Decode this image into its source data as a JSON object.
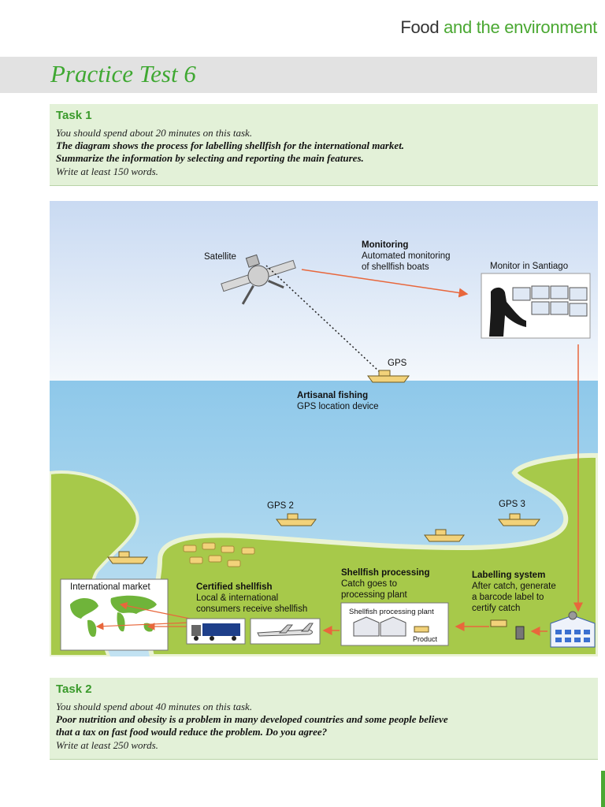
{
  "header": {
    "part1": "Food",
    "part2": "and the environment"
  },
  "page_title": "Practice Test 6",
  "task1": {
    "heading": "Task 1",
    "time_line": "You should spend about 20 minutes on this task.",
    "prompt_line1": "The diagram shows the process for labelling shellfish for the international market.",
    "prompt_line2": "Summarize the information by selecting and reporting the main features.",
    "words_line": "Write at least 150 words."
  },
  "diagram": {
    "satellite": "Satellite",
    "monitoring_title": "Monitoring",
    "monitoring_line1": "Automated monitoring",
    "monitoring_line2": "of shellfish boats",
    "monitor_santiago": "Monitor in Santiago",
    "gps": "GPS",
    "artisanal_title": "Artisanal fishing",
    "artisanal_line1": "GPS location device",
    "gps2": "GPS 2",
    "gps3": "GPS 3",
    "intl_market": "International market",
    "certified_title": "Certified shellfish",
    "certified_line1": "Local & international",
    "certified_line2": "consumers receive shellfish",
    "processing_title": "Shellfish processing",
    "processing_line1": "Catch goes to",
    "processing_line2": "processing plant",
    "plant_label": "Shellfish processing plant",
    "product": "Product",
    "labelling_title": "Labelling system",
    "labelling_line1": "After catch, generate",
    "labelling_line2": "a barcode label to",
    "labelling_line3": "certify catch",
    "colors": {
      "sky_top": "#c9daf2",
      "sea": "#8ec8ea",
      "land": "#a7c94a",
      "arrow": "#e8673c",
      "boat": "#f2d27a"
    },
    "icons": [
      "satellite-icon",
      "monitor-operator-icon",
      "boat-icon",
      "world-map-icon",
      "truck-icon",
      "airplane-icon",
      "factory-icon",
      "barcode-scanner-icon",
      "lab-building-icon"
    ]
  },
  "task2": {
    "heading": "Task 2",
    "time_line": "You should spend about 40 minutes on this task.",
    "prompt_line1": "Poor nutrition and obesity is a problem in many developed countries and some people believe",
    "prompt_line2": "that a tax on fast food would reduce the problem. Do you agree?",
    "words_line": "Write at least 250 words."
  }
}
